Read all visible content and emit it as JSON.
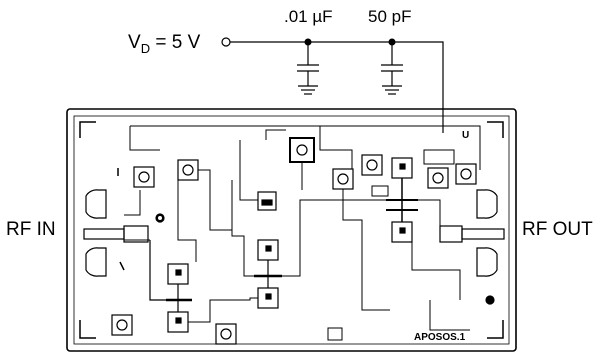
{
  "supply": {
    "vd_prefix": "V",
    "vd_subscript": "D",
    "vd_value": " = 5 V"
  },
  "capacitors": [
    {
      "label": ".01 µF"
    },
    {
      "label": "50 pF"
    }
  ],
  "ports": {
    "rf_in": "RF IN",
    "rf_out": "RF OUT"
  },
  "chip": {
    "part_marking": "APOSOS.1",
    "corner_mark": "U"
  },
  "colors": {
    "ink": "#000000",
    "paper": "#ffffff"
  }
}
